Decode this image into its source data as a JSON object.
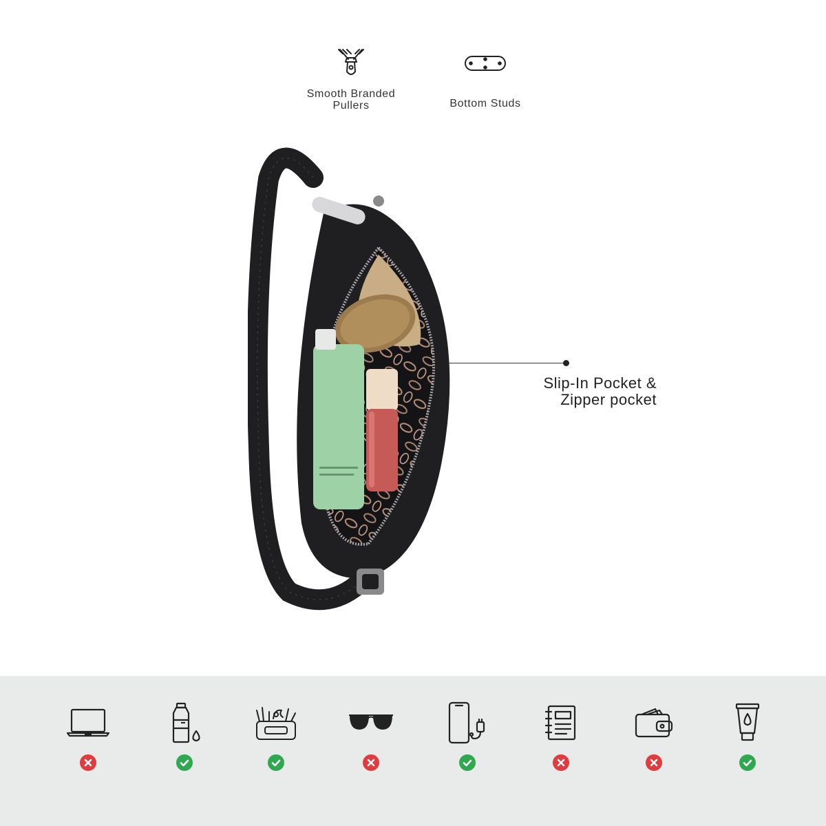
{
  "features": [
    {
      "icon": "zipper-puller-icon",
      "label": "Smooth Branded\nPullers"
    },
    {
      "icon": "bottom-studs-icon",
      "label": "Bottom Studs"
    }
  ],
  "callout": {
    "text": "Slip-In Pocket &\nZipper pocket"
  },
  "colors": {
    "allowed": "#2fa84f",
    "not_allowed": "#e03b3f",
    "band_background": "#e9eaea",
    "bag_leather": "#1f1f21"
  },
  "fit_items": [
    {
      "icon": "laptop-icon",
      "fits": false
    },
    {
      "icon": "water-bottle-icon",
      "fits": true
    },
    {
      "icon": "makeup-kit-icon",
      "fits": true
    },
    {
      "icon": "sunglasses-icon",
      "fits": false
    },
    {
      "icon": "phone-charger-icon",
      "fits": true
    },
    {
      "icon": "notebook-icon",
      "fits": false
    },
    {
      "icon": "wallet-icon",
      "fits": false
    },
    {
      "icon": "lotion-tube-icon",
      "fits": true
    }
  ]
}
